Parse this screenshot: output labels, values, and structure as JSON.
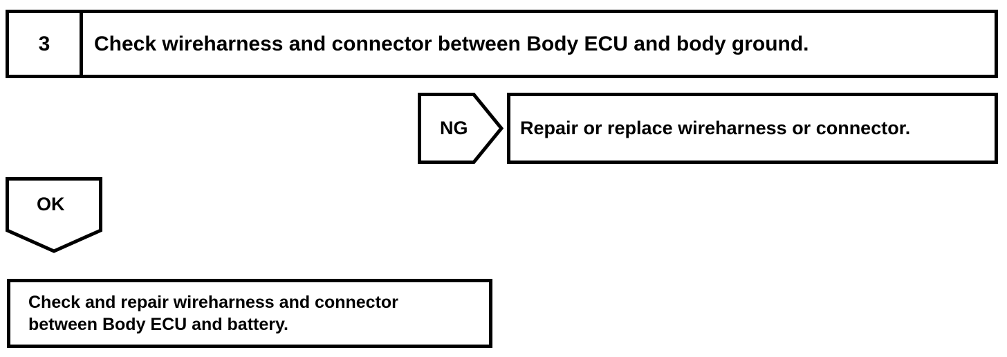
{
  "diagram": {
    "type": "troubleshooting-flowchart",
    "colors": {
      "stroke": "#000000",
      "background": "#ffffff",
      "text": "#000000"
    },
    "step": {
      "number": "3",
      "instruction": "Check wireharness and connector between Body ECU and body ground."
    },
    "branches": {
      "ng": {
        "label": "NG",
        "result_text": "Repair or replace wireharness or connector."
      },
      "ok": {
        "label": "OK",
        "result_line1": "Check and repair wireharness and connector",
        "result_line2": "between Body ECU and battery."
      }
    }
  }
}
